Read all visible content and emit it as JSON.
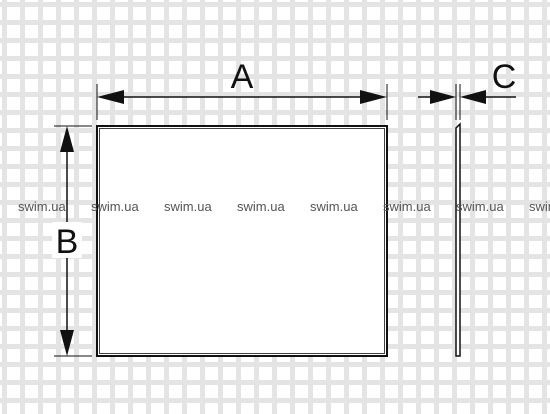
{
  "diagram": {
    "labels": {
      "a": "A",
      "b": "B",
      "c": "C"
    },
    "watermark": "swim.ua",
    "colors": {
      "line": "#111111",
      "panel_fill": "#ffffff",
      "watermark": "#555555",
      "grid": "#e4e4e4"
    }
  }
}
